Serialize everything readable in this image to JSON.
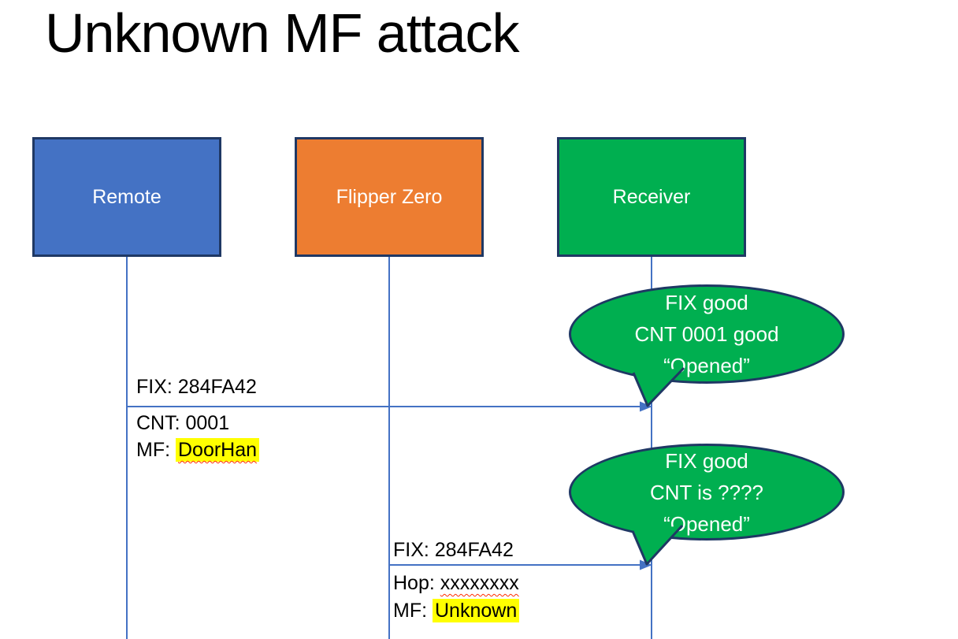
{
  "title": "Unknown MF attack",
  "actors": [
    {
      "label": "Remote",
      "color": "#4472C4"
    },
    {
      "label": "Flipper Zero",
      "color": "#ED7D31"
    },
    {
      "label": "Receiver",
      "color": "#00AF50"
    }
  ],
  "messages": [
    {
      "line1": "FIX: 284FA42",
      "line2": "CNT: 0001",
      "line3_prefix": "MF: ",
      "line3_word": "DoorHan"
    },
    {
      "line1": "FIX: 284FA42",
      "line2_prefix": "Hop: ",
      "line2_word": "xxxxxxxx",
      "line3_prefix": "MF: ",
      "line3_word": "Unknown"
    }
  ],
  "bubbles": [
    {
      "line1": "FIX good",
      "line2": "CNT 0001 good",
      "line3": "“Opened”"
    },
    {
      "line1": "FIX good",
      "line2": "CNT is ????",
      "line3": "“Opened”"
    }
  ],
  "colors": {
    "accent_blue": "#4472C4",
    "accent_orange": "#ED7D31",
    "accent_green": "#00AF50",
    "outline_navy": "#1F3864",
    "highlight_yellow": "#FFFF00",
    "spellcheck_red": "#FF2D00"
  }
}
